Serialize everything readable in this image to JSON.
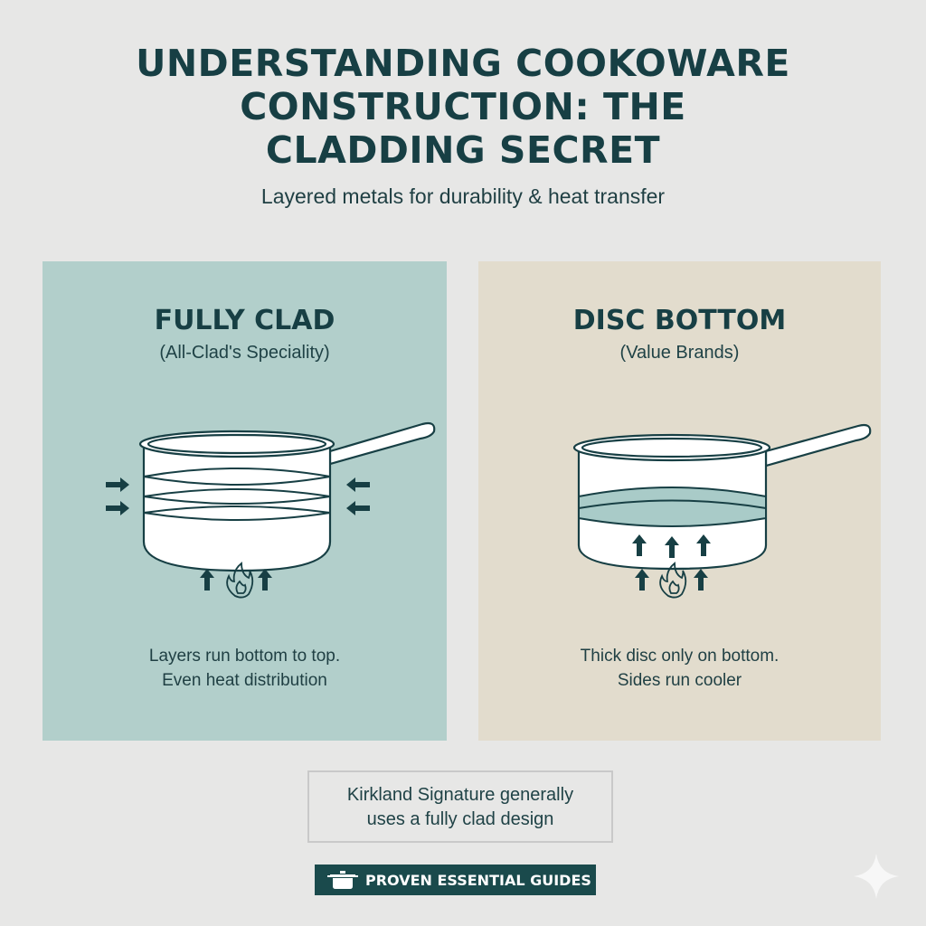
{
  "header": {
    "title_lines": [
      "UNDERSTANDING COOKOWARE",
      "CONSTRUCTION: THE",
      "CLADDING SECRET"
    ],
    "subtitle": "Layered metals for durability & heat transfer"
  },
  "panels": [
    {
      "title": "FULLY CLAD",
      "subtitle": "(All-Clad's Speciality)",
      "description_lines": [
        "Layers run bottom to top.",
        "Even heat distribution"
      ],
      "background": "#b2cfcb",
      "icons": [
        "saucepan-icon",
        "side-arrows-icon",
        "up-arrow-icon",
        "flame-icon"
      ]
    },
    {
      "title": "DISC BOTTOM",
      "subtitle": "(Value Brands)",
      "description_lines": [
        "Thick disc only on bottom.",
        "Sides run cooler"
      ],
      "background": "#e2dccd",
      "icons": [
        "saucepan-icon",
        "up-arrow-icon",
        "flame-icon"
      ]
    }
  ],
  "note": {
    "lines": [
      "Kirkland Signature generally",
      "uses a fully clad design"
    ]
  },
  "badge": {
    "label": "PROVEN ESSENTIAL GUIDES",
    "icon": "pot-icon"
  },
  "colors": {
    "primary": "#173f44",
    "background": "#e7e7e6",
    "badge": "#1a4a4c",
    "disc_fill": "#a9cbc8"
  }
}
